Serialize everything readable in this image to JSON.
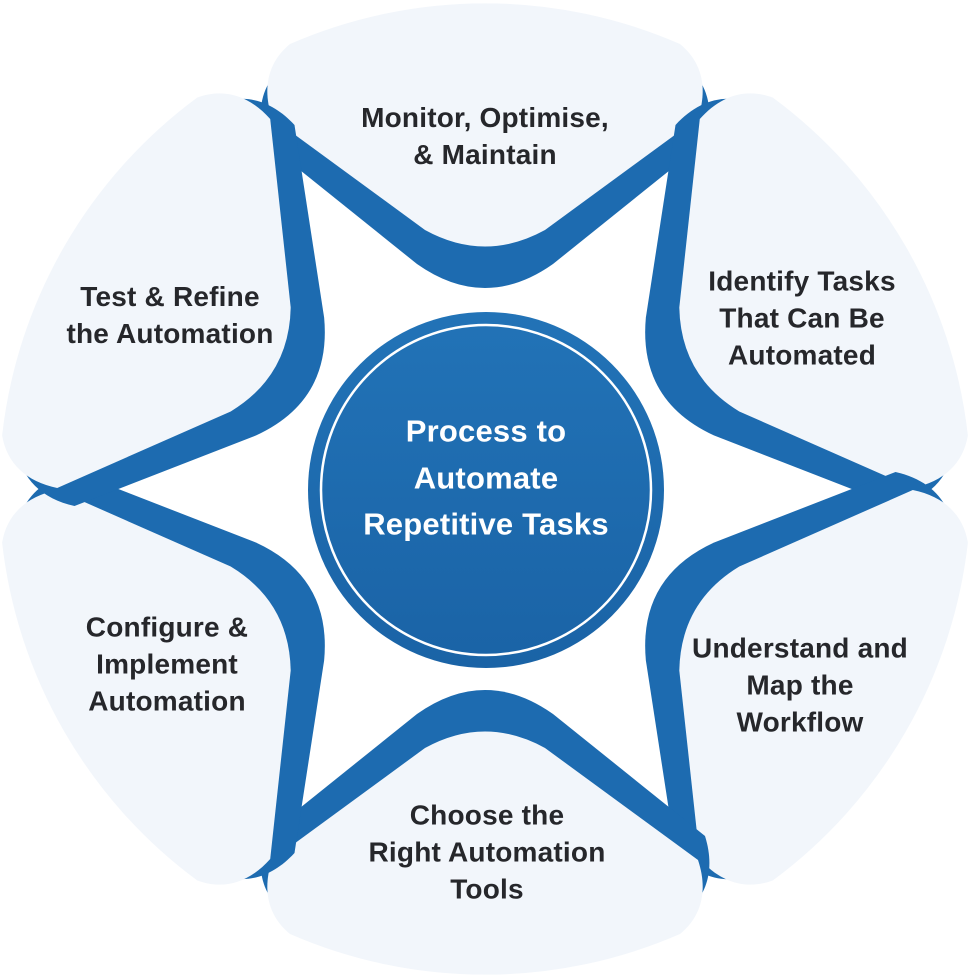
{
  "title": {
    "lines": [
      "Process to",
      "Automate",
      "Repetitive Tasks"
    ]
  },
  "petals": [
    {
      "id": "monitor-optimise-maintain",
      "lines": [
        "Monitor, Optimise,",
        "& Maintain"
      ]
    },
    {
      "id": "identify-tasks-automated",
      "lines": [
        "Identify Tasks",
        "That Can Be",
        "Automated"
      ]
    },
    {
      "id": "understand-map-workflow",
      "lines": [
        "Understand and",
        "Map the",
        "Workflow"
      ]
    },
    {
      "id": "choose-right-automation-tools",
      "lines": [
        "Choose the",
        "Right Automation",
        "Tools"
      ]
    },
    {
      "id": "configure-implement-automation",
      "lines": [
        "Configure &",
        "Implement",
        "Automation"
      ]
    },
    {
      "id": "test-refine-automation",
      "lines": [
        "Test & Refine",
        "the Automation"
      ]
    }
  ],
  "colors": {
    "petal_edge": "#1d6bb0",
    "petal_fill": "#f2f6fb",
    "circle_top": "#2273b7",
    "circle_bottom": "#1a63a6",
    "ring": "#ffffff",
    "label_text": "#26272b",
    "title_text": "#ffffff",
    "background": "#ffffff"
  }
}
